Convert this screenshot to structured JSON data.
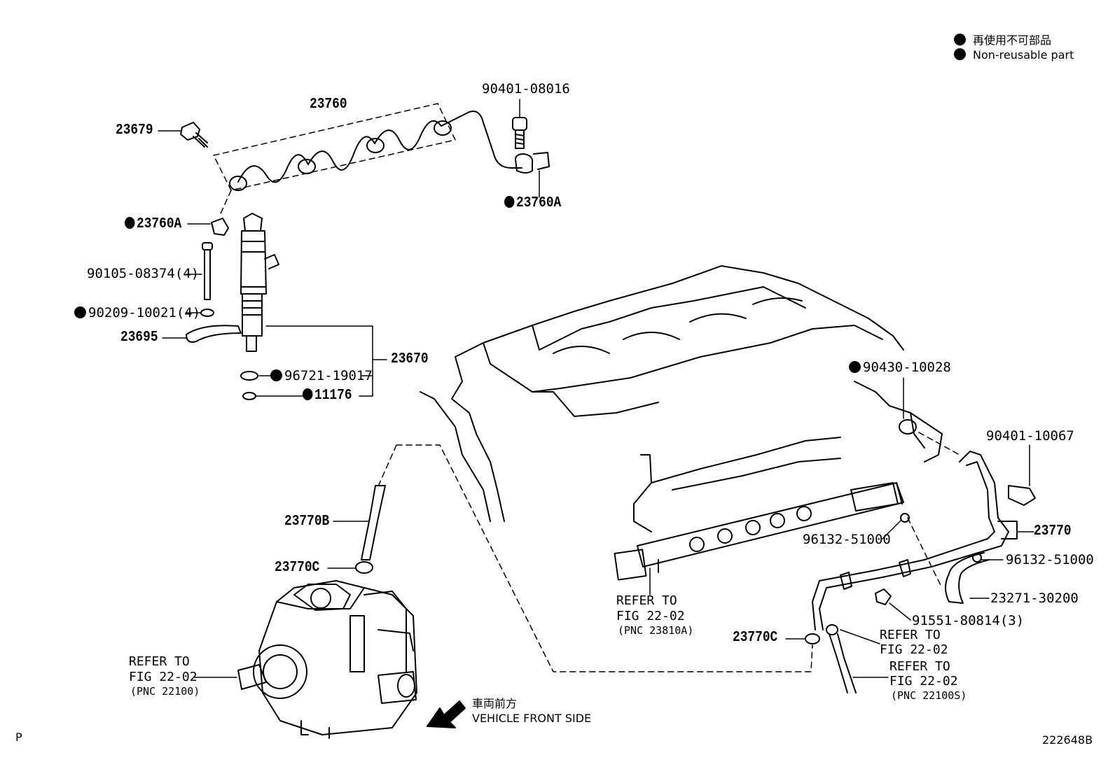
{
  "legend": {
    "jp": "再使用不可部品",
    "en": "Non-reusable part"
  },
  "parts": {
    "p23760": "23760",
    "p23679": "23679",
    "p90401_08016": "90401-08016",
    "p23760A_right": "23760A",
    "p23760A_left": "23760A",
    "p90105": "90105-08374(4)",
    "p90209": "90209-10021(4)",
    "p23695": "23695",
    "p96721": "96721-19017",
    "p23670": "23670",
    "p11176": "11176",
    "p90430": "90430-10028",
    "p90401_10067": "90401-10067",
    "p23770": "23770",
    "p96132_a": "96132-51000",
    "p96132_b": "96132-51000",
    "p23271": "23271-30200",
    "p91551": "91551-80814(3)",
    "p23770B": "23770B",
    "p23770C_a": "23770C",
    "p23770C_b": "23770C"
  },
  "refs": {
    "rail": {
      "line1": "REFER TO",
      "line2": "FIG 22-02",
      "line3": "(PNC 23810A)"
    },
    "pump": {
      "line1": "REFER TO",
      "line2": "FIG 22-02",
      "line3": "(PNC 22100)"
    },
    "hose1": {
      "line1": "REFER TO",
      "line2": "FIG 22-02"
    },
    "hose2": {
      "line1": "REFER TO",
      "line2": "FIG 22-02",
      "line3": "(PNC 22100S)"
    }
  },
  "direction": {
    "jp": "車両前方",
    "en": "VEHICLE FRONT SIDE"
  },
  "footer": {
    "left": "P",
    "right": "222648B"
  }
}
